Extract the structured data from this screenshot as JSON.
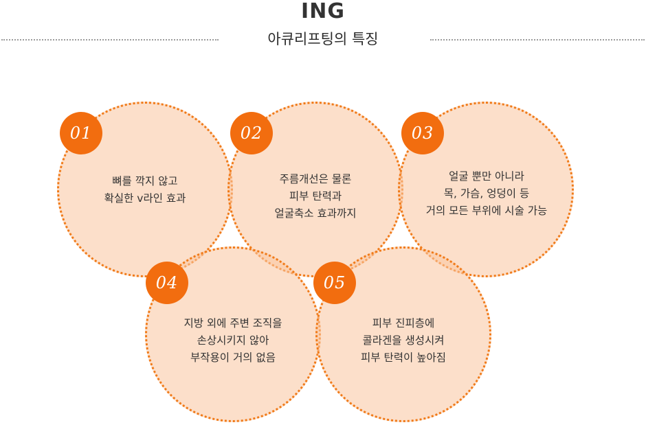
{
  "header": {
    "title": "ING",
    "subtitle": "아큐리프팅의 특징"
  },
  "colors": {
    "accent": "#f26d0f",
    "circle_fill": "#fac49e",
    "circle_border": "#f07a18",
    "divider": "#9a9a9a"
  },
  "features": [
    {
      "number": "01",
      "lines": [
        "뼈를 깍지 않고",
        "확실한 v라인 효과"
      ]
    },
    {
      "number": "02",
      "lines": [
        "주름개선은 물론",
        "피부 탄력과",
        "얼굴축소 효과까지"
      ]
    },
    {
      "number": "03",
      "lines": [
        "얼굴 뿐만 아니라",
        "목, 가슴, 엉덩이 등",
        "거의 모든 부위에 시술 가능"
      ]
    },
    {
      "number": "04",
      "lines": [
        "지방 외에 주변 조직을",
        "손상시키지 않아",
        "부작용이 거의 없음"
      ]
    },
    {
      "number": "05",
      "lines": [
        "피부 진피층에",
        "콜라겐을 생성시켜",
        "피부 탄력이 높아짐"
      ]
    }
  ]
}
